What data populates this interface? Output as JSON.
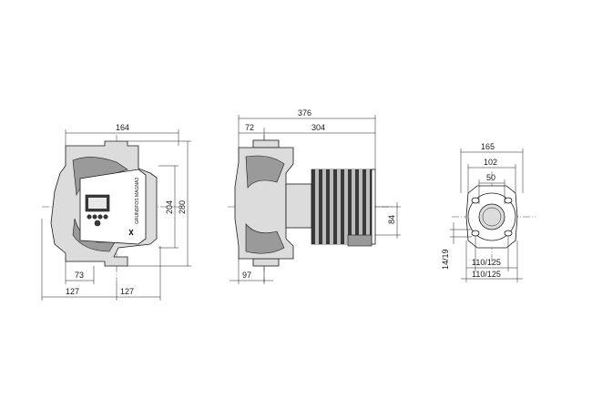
{
  "front_view": {
    "dims": {
      "width_top": "164",
      "height_inner": "204",
      "height_outer": "280",
      "offset_73": "73",
      "half_left": "127",
      "half_right": "127"
    },
    "nameplate_text": "GRUNDFOS MAGNA3"
  },
  "side_view": {
    "dims": {
      "total_length": "376",
      "flange_length": "72",
      "motor_length": "304",
      "motor_height": "84",
      "bottom_97": "97"
    }
  },
  "flange_view": {
    "dims": {
      "outer": "165",
      "pitch": "102",
      "bore": "50",
      "bolt_holes": "14/19",
      "bolt_circle_1": "110/125",
      "bolt_circle_2": "110/125"
    }
  }
}
